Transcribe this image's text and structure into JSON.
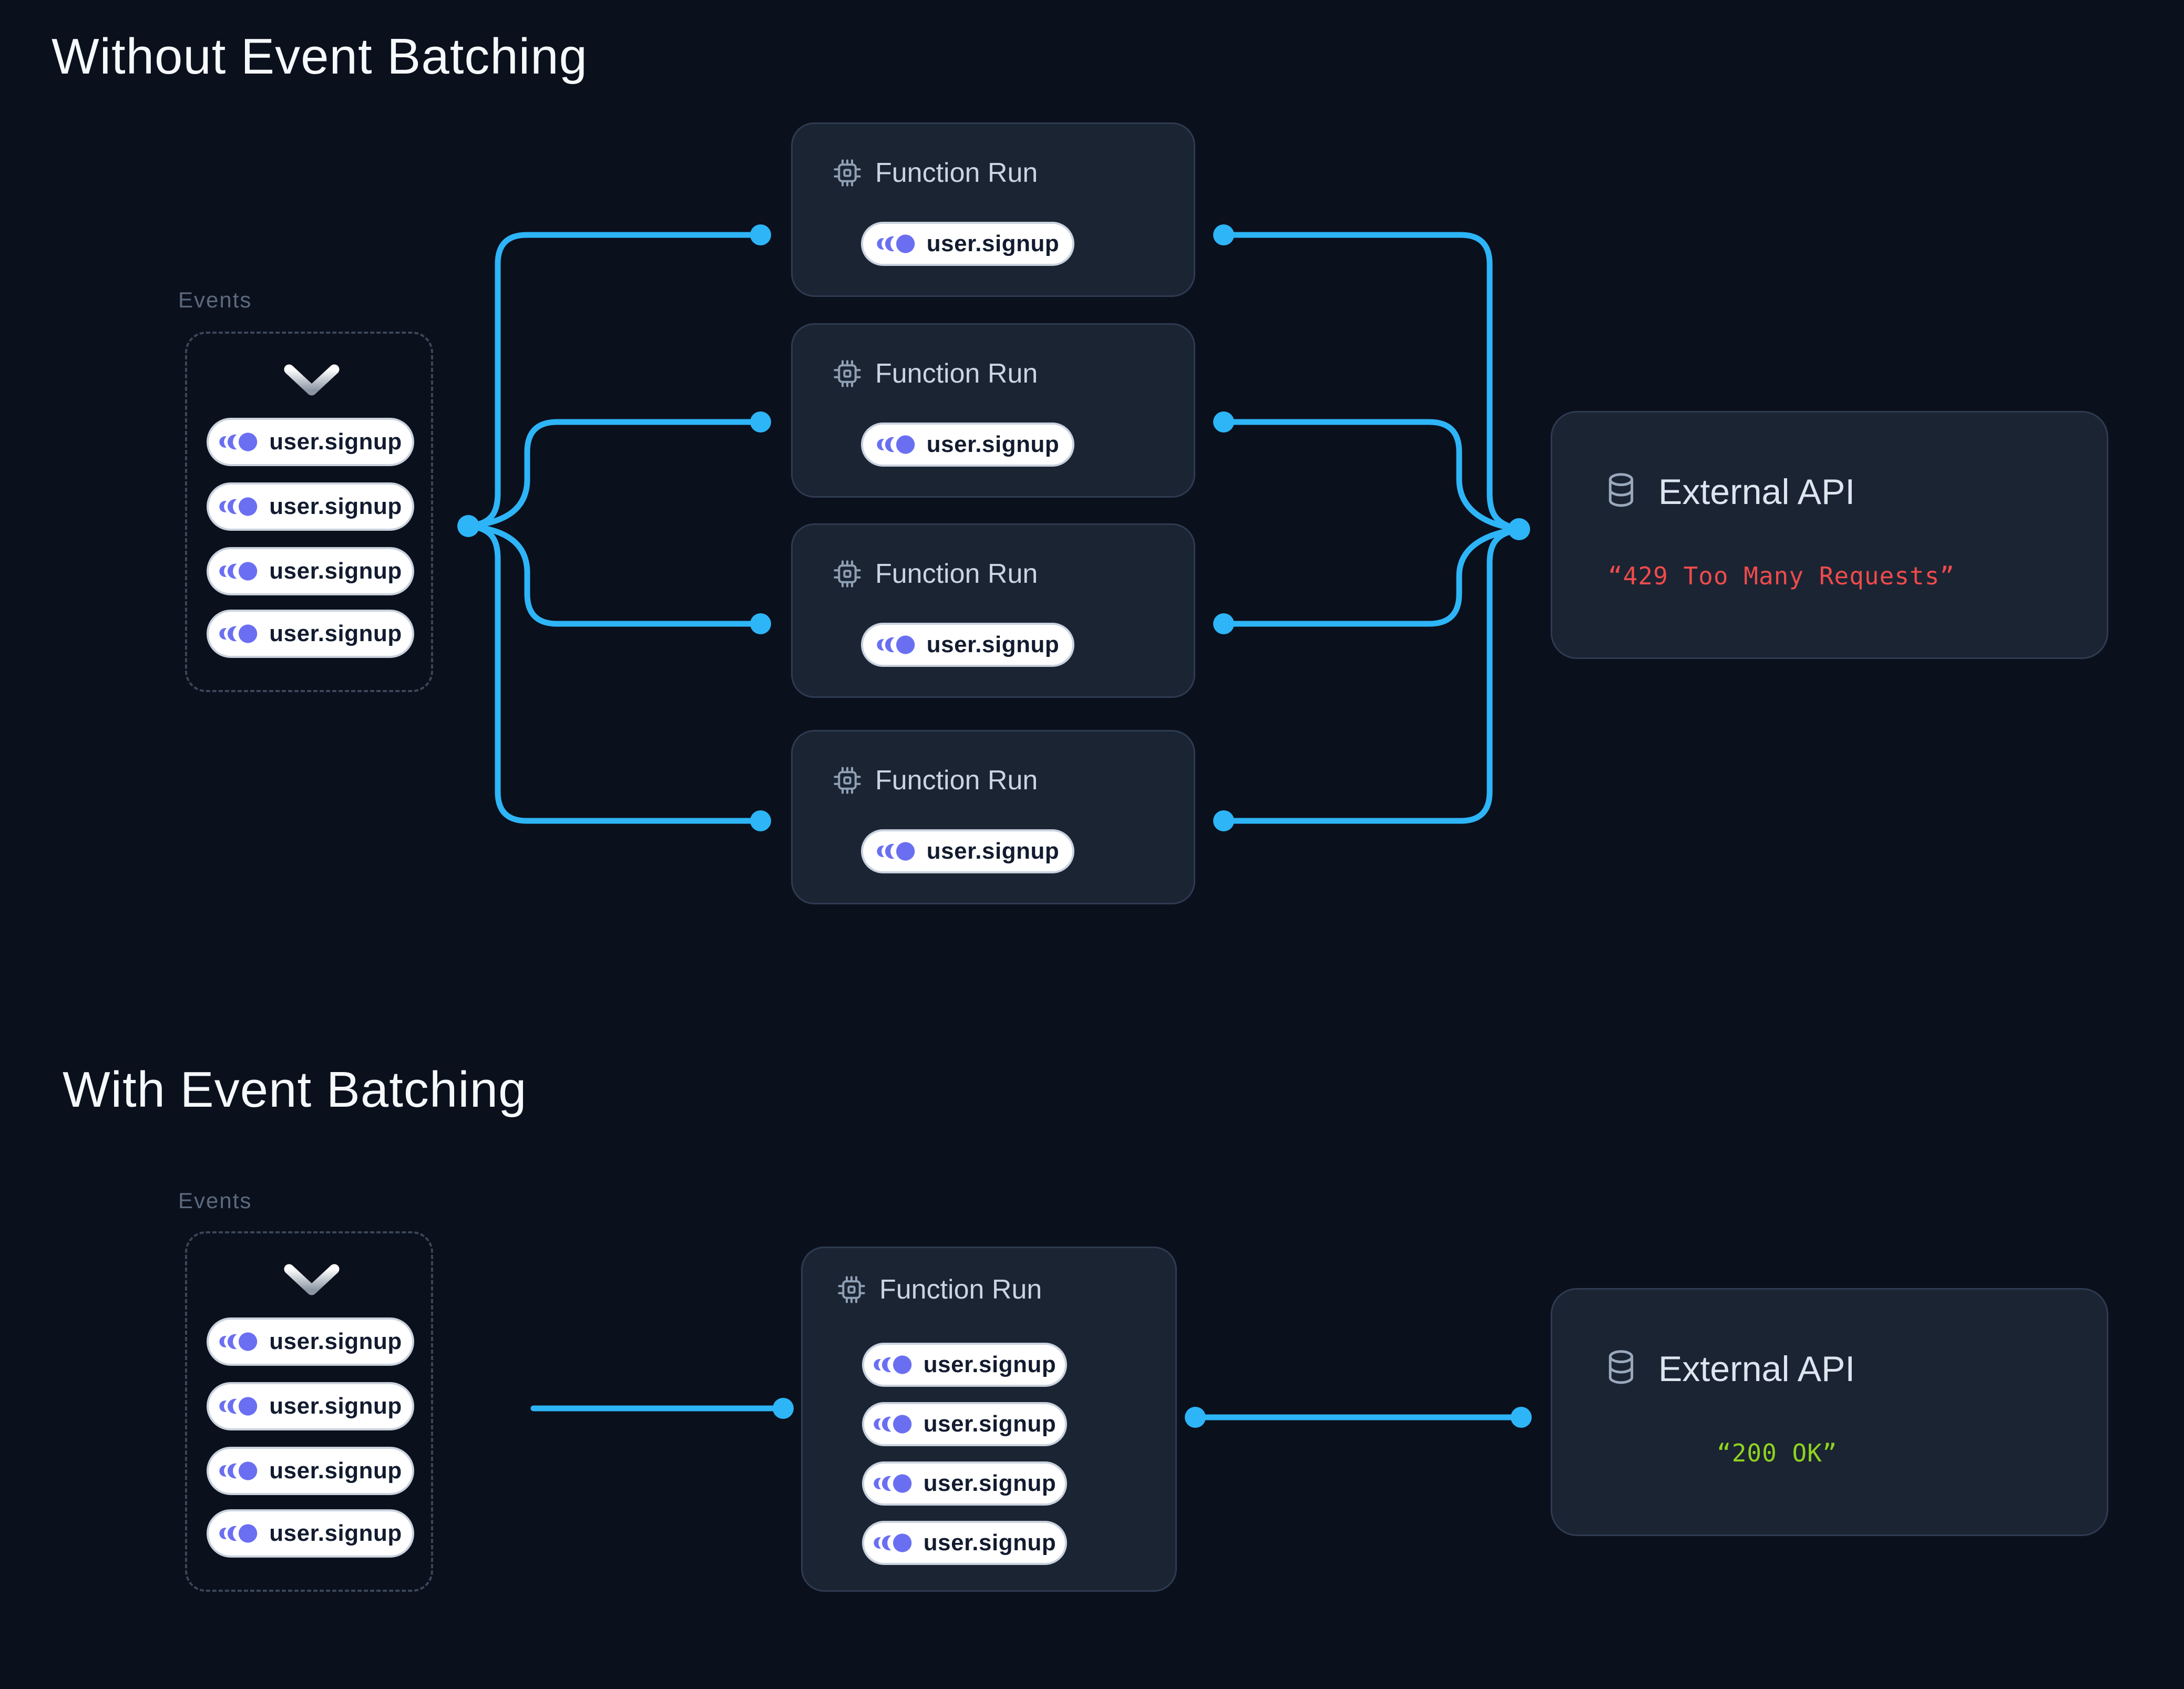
{
  "colors": {
    "background": "#0b101d",
    "connector_blue": "#2db5f7",
    "event_purple": "#6a6ff2",
    "error_red": "#ef4b4b",
    "success_green": "#8fd41f",
    "card_background": "#1b2433",
    "card_border": "#2e3b51",
    "heading_text": "#f6f9fc",
    "muted_label": "#5c6a7d"
  },
  "icons": {
    "event": "event-stream-icon",
    "cpu": "cpu-chip-icon",
    "database": "database-icon",
    "chevron": "chevron-down-icon"
  },
  "top": {
    "title": "Without Event Batching",
    "events_label": "Events",
    "event_pills": [
      "user.signup",
      "user.signup",
      "user.signup",
      "user.signup"
    ],
    "function_cards": [
      {
        "title": "Function Run",
        "pill": "user.signup"
      },
      {
        "title": "Function Run",
        "pill": "user.signup"
      },
      {
        "title": "Function Run",
        "pill": "user.signup"
      },
      {
        "title": "Function Run",
        "pill": "user.signup"
      }
    ],
    "api": {
      "title": "External API",
      "status": "“429 Too Many Requests”"
    }
  },
  "bottom": {
    "title": "With Event Batching",
    "events_label": "Events",
    "event_pills": [
      "user.signup",
      "user.signup",
      "user.signup",
      "user.signup"
    ],
    "function_card": {
      "title": "Function Run",
      "pills": [
        "user.signup",
        "user.signup",
        "user.signup",
        "user.signup"
      ]
    },
    "api": {
      "title": "External API",
      "status": "“200 OK”"
    }
  }
}
